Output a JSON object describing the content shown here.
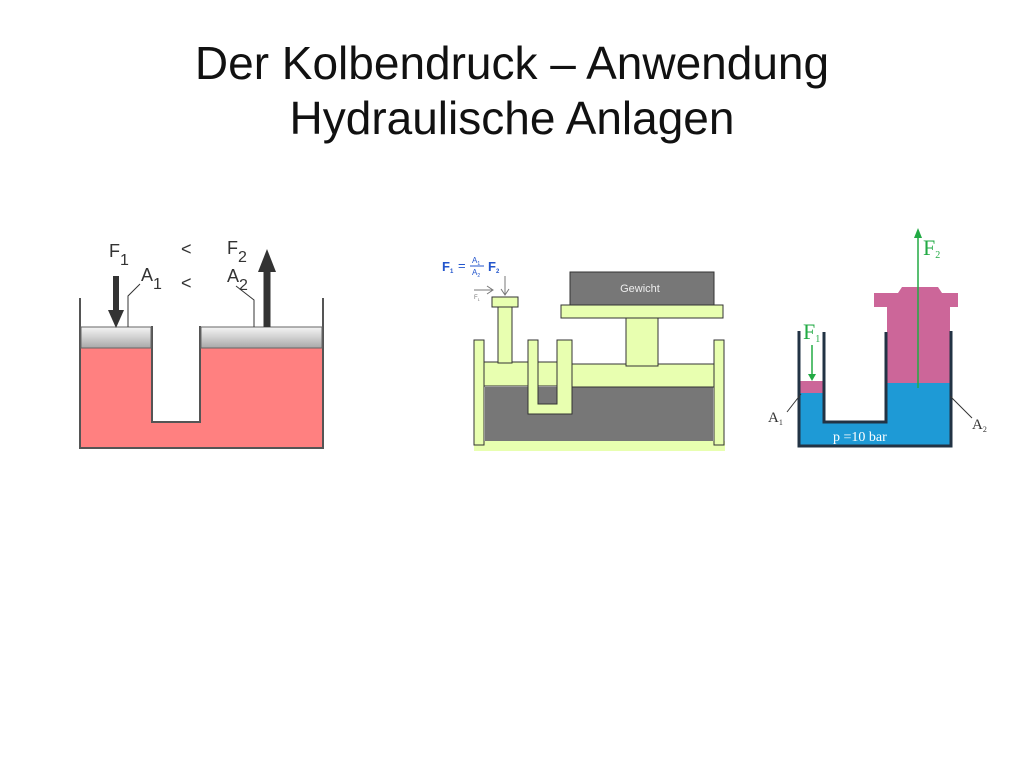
{
  "slide": {
    "title_line1": "Der Kolbendruck – Anwendung",
    "title_line2": "Hydraulische Anlagen"
  },
  "diagram1": {
    "f_letter": "F",
    "f1_sub": "1",
    "f2_sub": "2",
    "a_letter": "A",
    "a1_sub": "1",
    "a2_sub": "2",
    "less_than_top": "<",
    "less_than_bottom": "<",
    "fluid_color": "#ff8080"
  },
  "diagram2": {
    "weight_label": "Gewicht",
    "formula_f1": "F",
    "formula_f1_sub": "1",
    "formula_equals": "=",
    "formula_num": "A",
    "formula_num_sub": "1",
    "formula_den": "A",
    "formula_den_sub": "2",
    "formula_f2": "F",
    "formula_f2_sub": "2",
    "arrow_label": "F",
    "arrow_label_sub": "1",
    "fluid_color": "#777777",
    "piston_color": "#e8ffb0"
  },
  "diagram3": {
    "f1_letter": "F",
    "f1_sub": "1",
    "f2_letter": "F",
    "f2_sub": "2",
    "a1_letter": "A",
    "a1_sub": "1",
    "a2_letter": "A",
    "a2_sub": "2",
    "pressure_label": "p =10 bar",
    "fluid_color": "#1e9ad6",
    "piston_color": "#cc6699",
    "arrow_color": "#22aa44"
  }
}
